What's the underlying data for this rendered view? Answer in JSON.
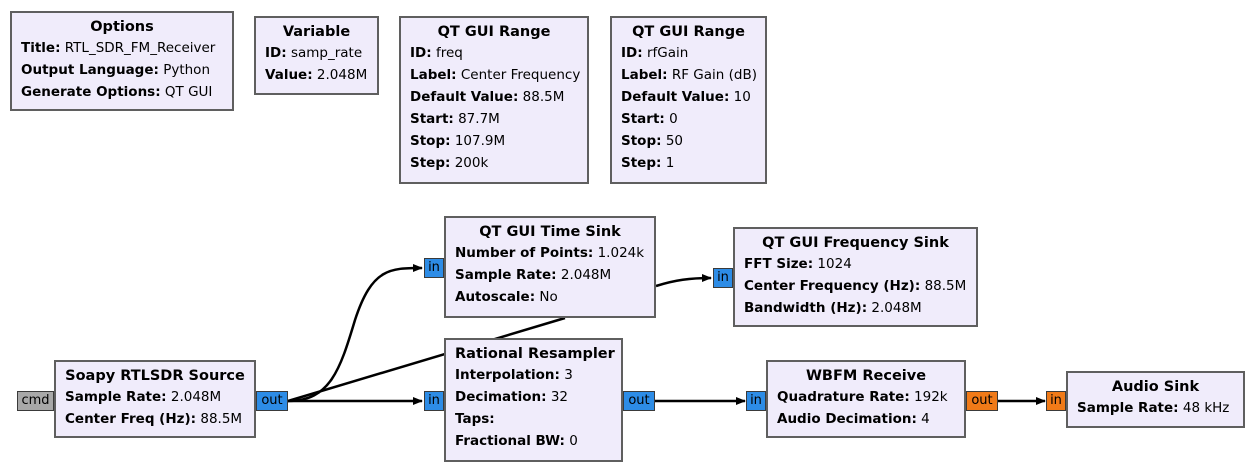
{
  "blocks": {
    "options": {
      "title": "Options",
      "params": [
        {
          "key": "Title:",
          "value": "RTL_SDR_FM_Receiver"
        },
        {
          "key": "Output Language:",
          "value": "Python"
        },
        {
          "key": "Generate Options:",
          "value": "QT GUI"
        }
      ]
    },
    "variable": {
      "title": "Variable",
      "params": [
        {
          "key": "ID:",
          "value": "samp_rate"
        },
        {
          "key": "Value:",
          "value": "2.048M"
        }
      ]
    },
    "range_freq": {
      "title": "QT GUI Range",
      "params": [
        {
          "key": "ID:",
          "value": "freq"
        },
        {
          "key": "Label:",
          "value": "Center Frequency"
        },
        {
          "key": "Default Value:",
          "value": "88.5M"
        },
        {
          "key": "Start:",
          "value": "87.7M"
        },
        {
          "key": "Stop:",
          "value": "107.9M"
        },
        {
          "key": "Step:",
          "value": "200k"
        }
      ]
    },
    "range_gain": {
      "title": "QT GUI Range",
      "params": [
        {
          "key": "ID:",
          "value": "rfGain"
        },
        {
          "key": "Label:",
          "value": "RF Gain (dB)"
        },
        {
          "key": "Default Value:",
          "value": "10"
        },
        {
          "key": "Start:",
          "value": "0"
        },
        {
          "key": "Stop:",
          "value": "50"
        },
        {
          "key": "Step:",
          "value": "1"
        }
      ]
    },
    "time_sink": {
      "title": "QT GUI Time Sink",
      "params": [
        {
          "key": "Number of Points:",
          "value": "1.024k"
        },
        {
          "key": "Sample Rate:",
          "value": "2.048M"
        },
        {
          "key": "Autoscale:",
          "value": "No"
        }
      ]
    },
    "freq_sink": {
      "title": "QT GUI Frequency Sink",
      "params": [
        {
          "key": "FFT Size:",
          "value": "1024"
        },
        {
          "key": "Center Frequency (Hz):",
          "value": "88.5M"
        },
        {
          "key": "Bandwidth (Hz):",
          "value": "2.048M"
        }
      ]
    },
    "source": {
      "title": "Soapy RTLSDR Source",
      "params": [
        {
          "key": "Sample Rate:",
          "value": "2.048M"
        },
        {
          "key": "Center Freq (Hz):",
          "value": "88.5M"
        }
      ]
    },
    "resampler": {
      "title": "Rational Resampler",
      "params": [
        {
          "key": "Interpolation:",
          "value": "3"
        },
        {
          "key": "Decimation:",
          "value": "32"
        },
        {
          "key": "Taps:",
          "value": ""
        },
        {
          "key": "Fractional BW:",
          "value": "0"
        }
      ]
    },
    "wbfm": {
      "title": "WBFM Receive",
      "params": [
        {
          "key": "Quadrature Rate:",
          "value": "192k"
        },
        {
          "key": "Audio Decimation:",
          "value": "4"
        }
      ]
    },
    "audio_sink": {
      "title": "Audio Sink",
      "params": [
        {
          "key": "Sample Rate:",
          "value": "48 kHz"
        }
      ]
    }
  },
  "ports": {
    "cmd": "cmd",
    "out": "out",
    "in": "in"
  },
  "colors": {
    "block_fill": "#f0ecfb",
    "block_border": "#5f5f5f",
    "complex_port": "#2d8ce6",
    "float_port": "#f07a18",
    "message_port": "#a8a8a8",
    "wire": "#000000"
  }
}
